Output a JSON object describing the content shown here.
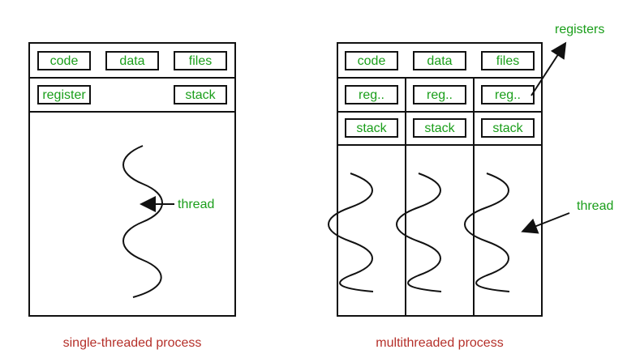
{
  "colors": {
    "label": "#1a9e1a",
    "caption": "#b5302a",
    "line": "#111111"
  },
  "single": {
    "code": "code",
    "data": "data",
    "files": "files",
    "register": "register",
    "stack": "stack",
    "thread": "thread",
    "caption": "single-threaded process"
  },
  "multi": {
    "code": "code",
    "data": "data",
    "files": "files",
    "reg_1": "reg..",
    "reg_2": "reg..",
    "reg_3": "reg..",
    "stack_1": "stack",
    "stack_2": "stack",
    "stack_3": "stack",
    "registers": "registers",
    "thread": "thread",
    "caption": "multithreaded process"
  }
}
